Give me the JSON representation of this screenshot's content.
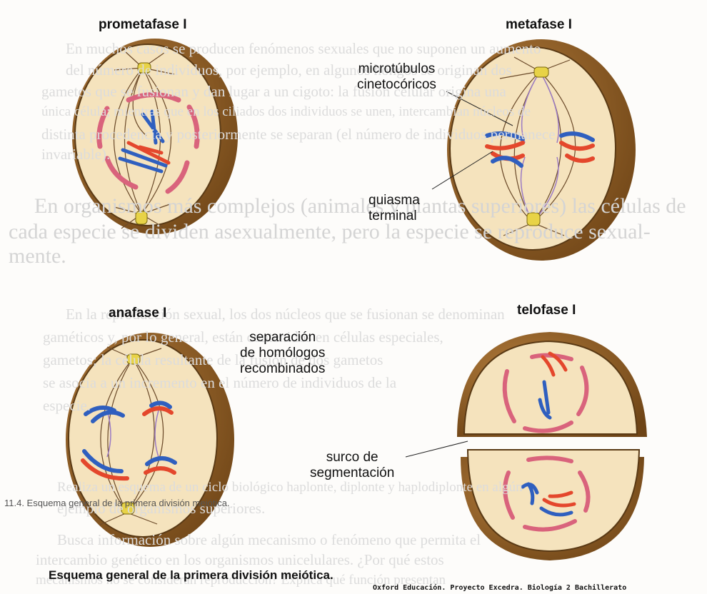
{
  "stages": {
    "prometafase": "prometafase I",
    "metafase": "metafase I",
    "anafase": "anafase I",
    "telofase": "telofase I"
  },
  "annotations": {
    "microtubulos": "microtúbulos\ncinetocóricos",
    "quiasma": "quiasma\nterminal",
    "separacion": "separación\nde homólogos\nrecombinados",
    "surco": "surco de\nsegmentación"
  },
  "caption": "Esquema general de la primera división meiótica.",
  "credit": "Oxford Educación. Proyecto Excedra. Biología 2 Bachillerato",
  "side_note": "11.4. Esquema general de la primera división meiótica.",
  "background_text": [
    "En muchos casos se producen fenómenos sexuales que no suponen un aumento",
    "del número de individuos, por ejemplo, en algunos hongos se originan dos",
    "gametos que se fusionan y dan lugar a un cigoto: la fusión celular origina una",
    "única célula; mientras que en los ciliados dos individuos se unen, intercambian núcleos de",
    "distinta procedencia y posteriormente se separan (el número de individuos permanece",
    "invariable).",
    "En organismos más complejos (animales y plantas superiores) las células de",
    "cada especie se dividen asexualmente, pero la especie se reproduce sexual-",
    "mente.",
    "En la reproducción sexual, los dos núcleos que se fusionan se denominan",
    "gaméticos y, por lo general, están contenidos en células especiales,",
    "gametos; la célula resultante de la fusión de dos gametos",
    "se asocia a un incremento en el número de individuos de la",
    "especie.",
    "Realiza un esquema de un ciclo biológico haplonte, diplonte y haplodiplonte en algún",
    "ejemplo de organismos superiores.",
    "Busca información sobre algún mecanismo o fenómeno que permita el",
    "intercambio genético en los organismos unicelulares. ¿Por qué estos",
    "mecanismos no se consideran reproducción? Explica qué función presentan"
  ],
  "colors": {
    "cell_rim": "#8a5a22",
    "cytoplasm": "#f5e3bd",
    "spindle": "#6b4a2a",
    "chrom_red": "#e4472c",
    "chrom_blue": "#2f5fbf",
    "envelope_pink": "#d9637c",
    "centrosome": "#e8d347",
    "microtubule_purple": "#9b7bc4"
  }
}
